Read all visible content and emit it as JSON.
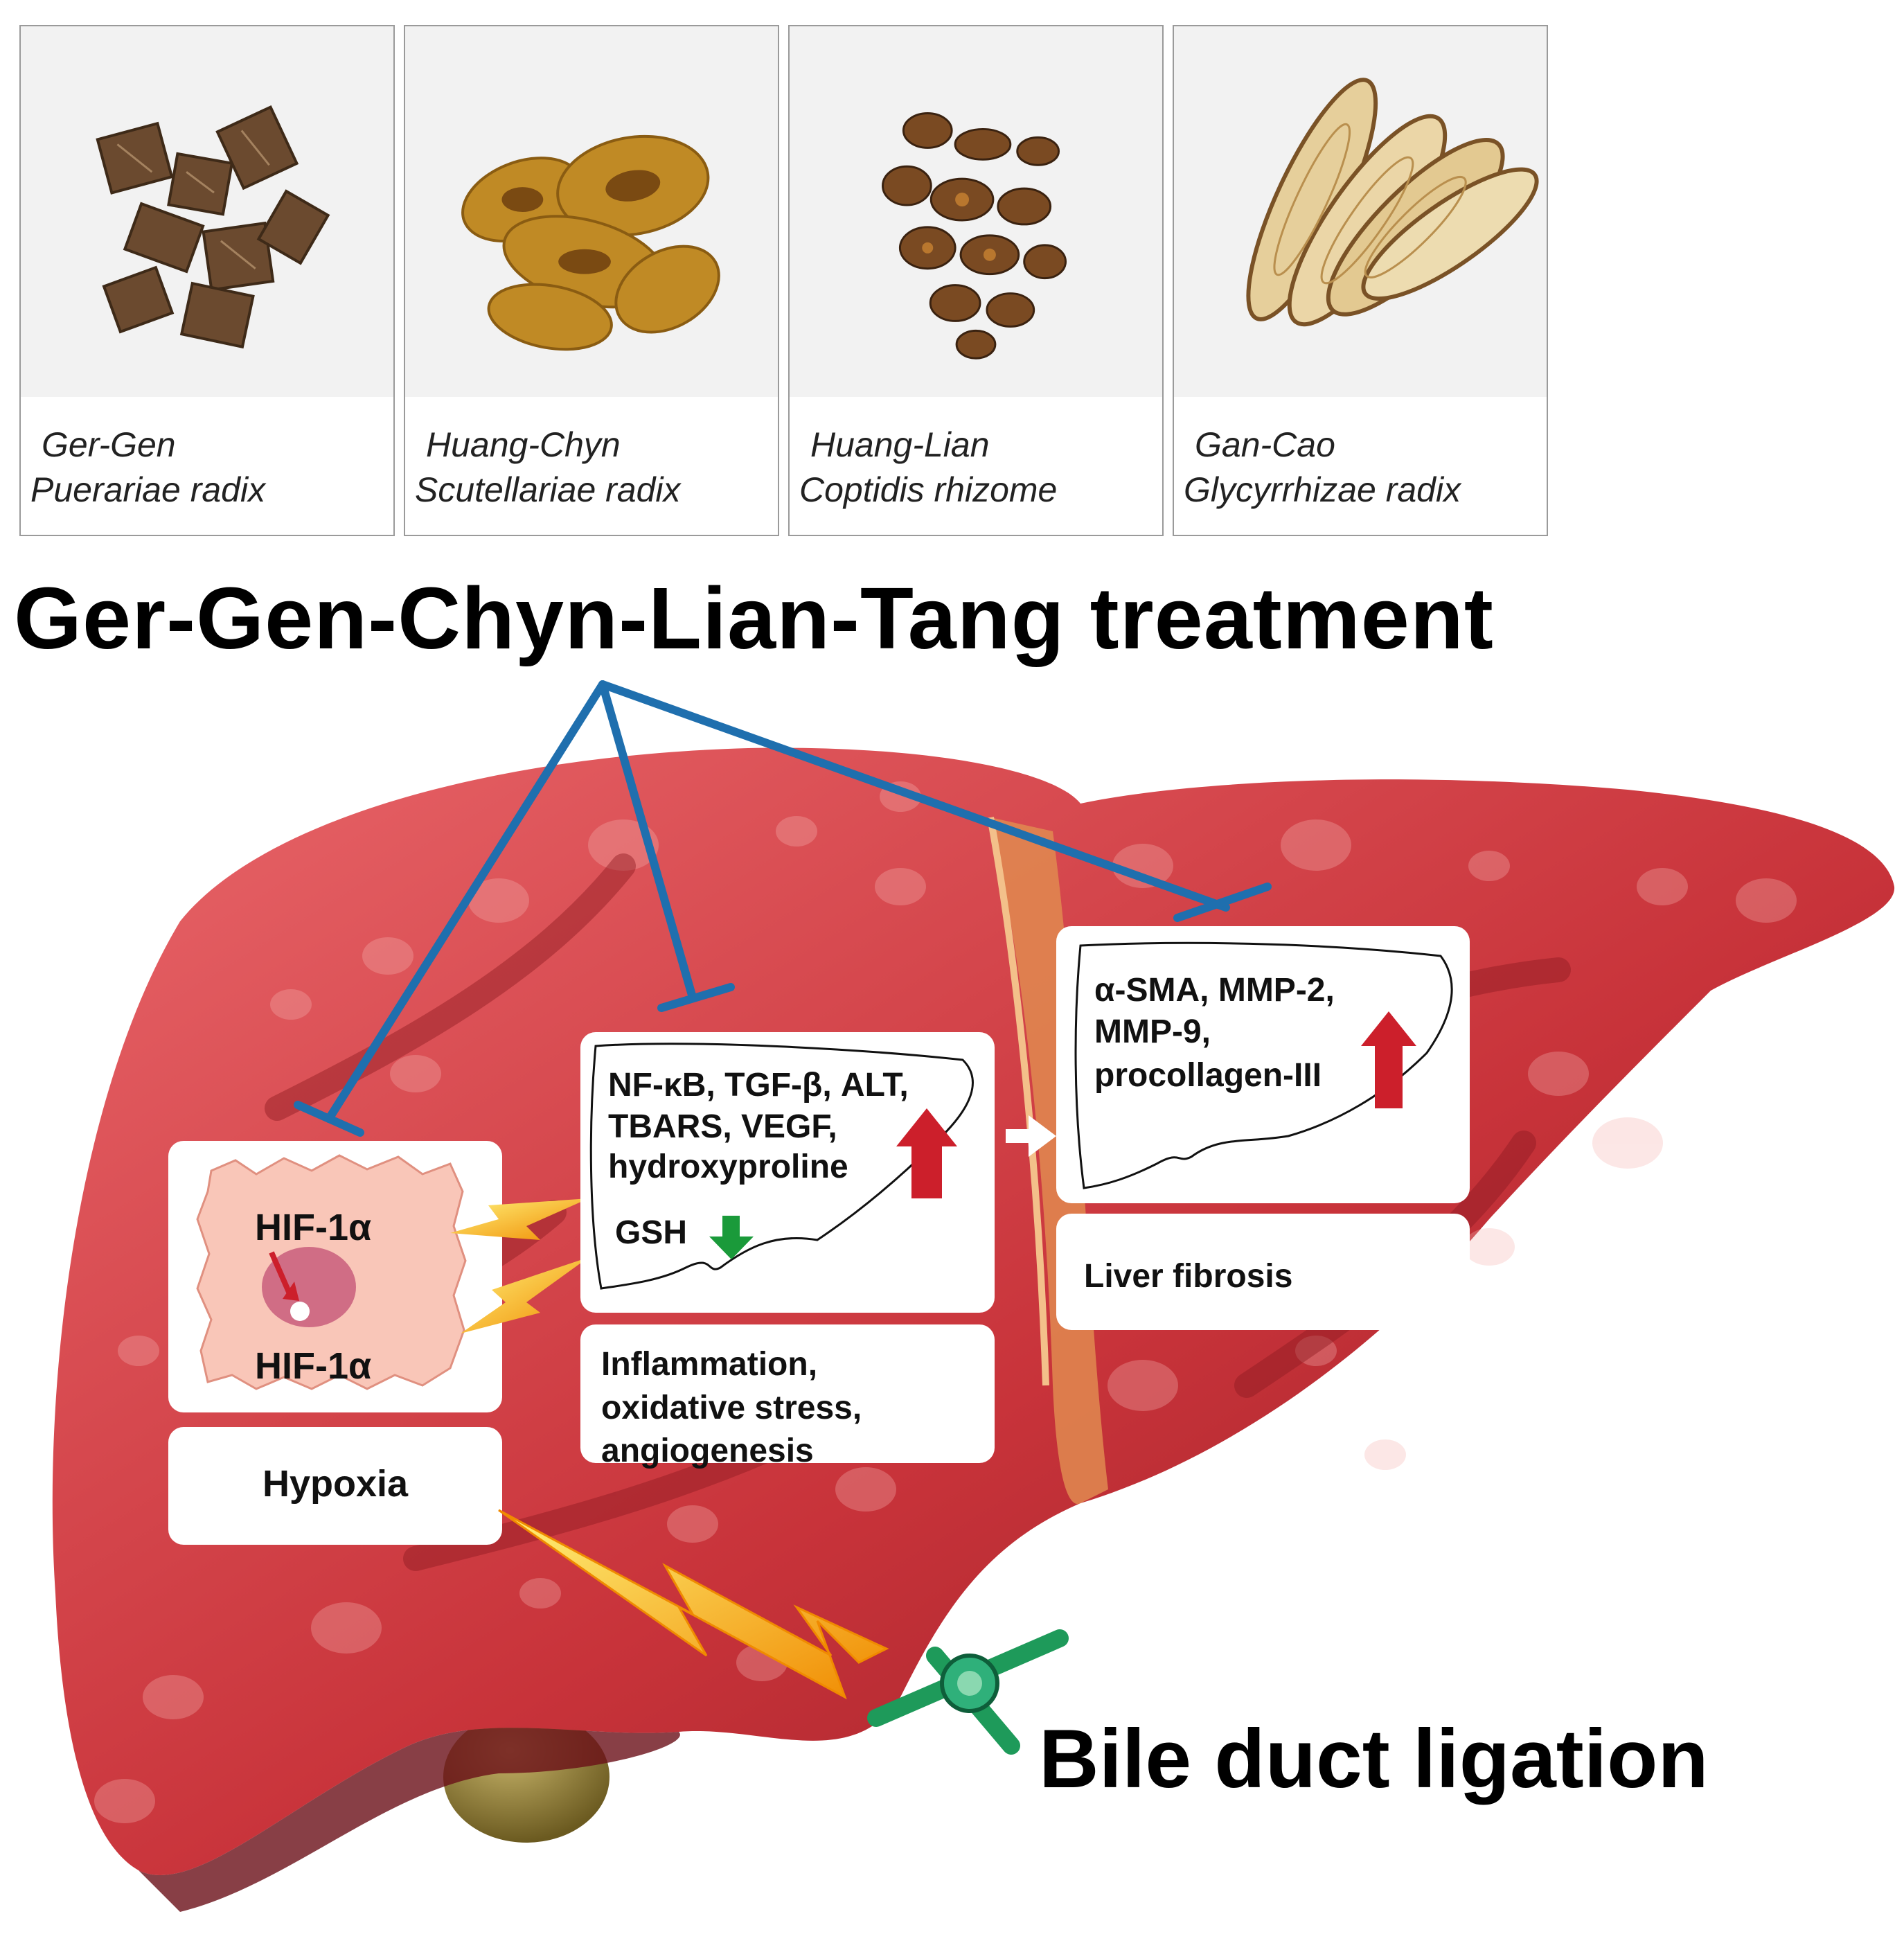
{
  "herbs": [
    {
      "common": "Ger-Gen",
      "latin": "Puerariae radix"
    },
    {
      "common": "Huang-Chyn",
      "latin": "Scutellariae radix"
    },
    {
      "common": "Huang-Lian",
      "latin": "Coptidis rhizome"
    },
    {
      "common": "Gan-Cao",
      "latin": "Glycyrrhizae radix"
    }
  ],
  "title": "Ger-Gen-Chyn-Lian-Tang treatment",
  "hypoxia": {
    "top_label": "HIF-1α",
    "bottom_label": "HIF-1α",
    "caption": "Hypoxia"
  },
  "inflammation": {
    "markers_line1": "NF-κB, TGF-β, ALT,",
    "markers_line2": "TBARS, VEGF,",
    "markers_line3": "hydroxyproline",
    "gsh": "GSH",
    "caption_line1": "Inflammation,",
    "caption_line2": "oxidative stress,",
    "caption_line3": "angiogenesis"
  },
  "fibrosis": {
    "markers_line1": "α-SMA, MMP-2,",
    "markers_line2": "MMP-9,",
    "markers_line3": "procollagen-III",
    "caption": "Liver fibrosis"
  },
  "bile_duct_label": "Bile duct ligation",
  "colors": {
    "inhibition_line": "#1f6fae",
    "up_arrow": "#cc1f2b",
    "down_arrow": "#1a9a3a",
    "liver": "#c8333a",
    "bolt": "#f5b800"
  }
}
